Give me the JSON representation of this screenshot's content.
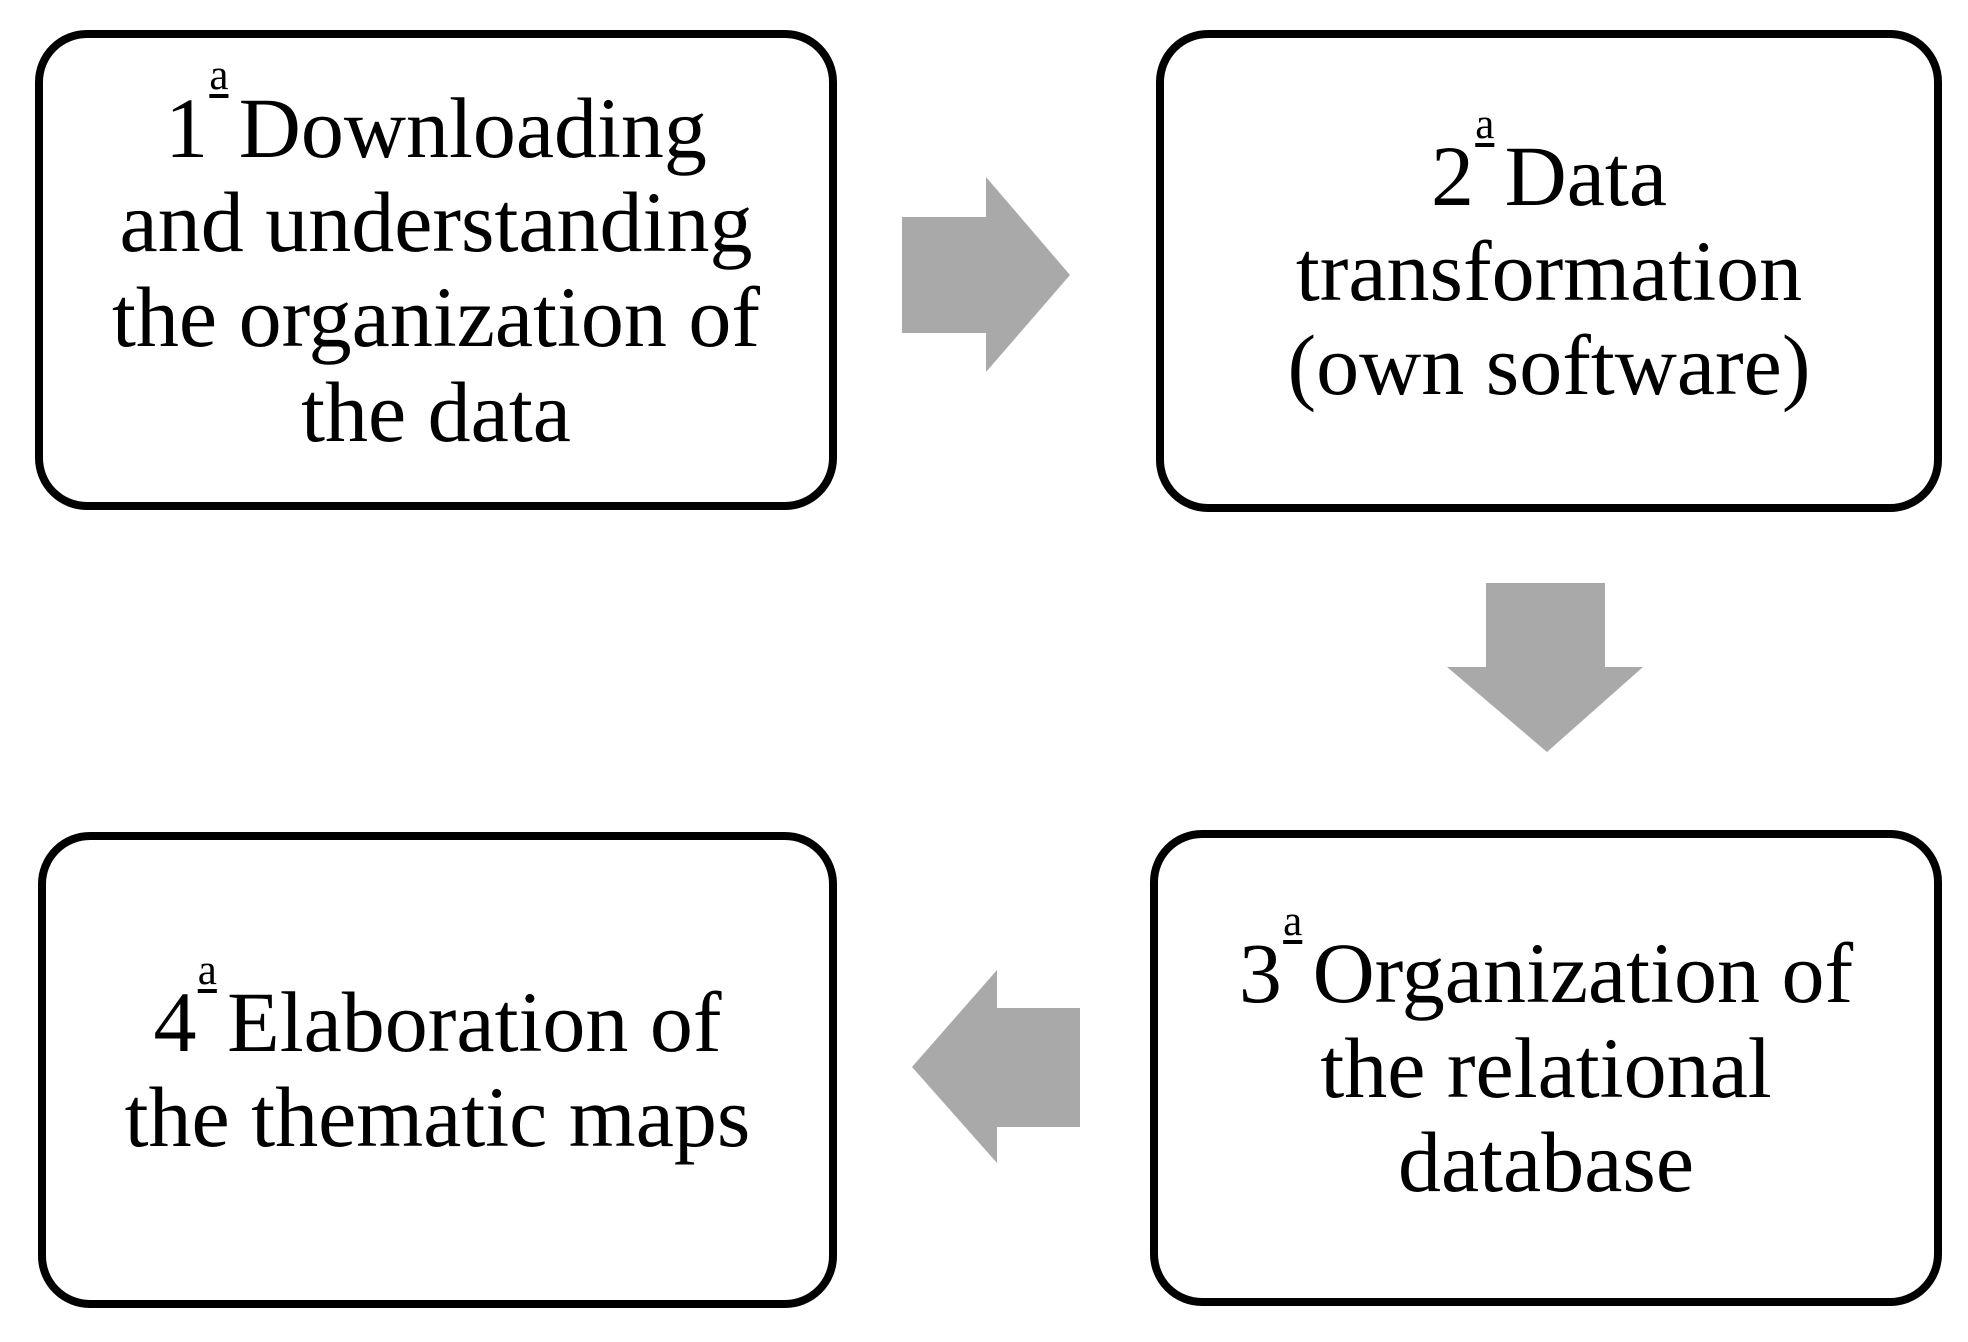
{
  "diagram": {
    "background_color": "#ffffff",
    "box_border_color": "#000000",
    "text_color": "#000000",
    "arrow_color": "#a9a9a9",
    "steps": [
      {
        "number": "1",
        "ordinal_suffix": "a",
        "text": "Downloading\nand understanding\nthe organization of\nthe data"
      },
      {
        "number": "2",
        "ordinal_suffix": "a",
        "text": "Data\ntransformation\n(own software)"
      },
      {
        "number": "3",
        "ordinal_suffix": "a",
        "text": "Organization of\nthe relational\ndatabase"
      },
      {
        "number": "4",
        "ordinal_suffix": "a",
        "text": "Elaboration of\nthe thematic maps"
      }
    ],
    "arrows": [
      {
        "name": "arrow-right",
        "direction": "right"
      },
      {
        "name": "arrow-down",
        "direction": "down"
      },
      {
        "name": "arrow-left",
        "direction": "left"
      }
    ]
  }
}
